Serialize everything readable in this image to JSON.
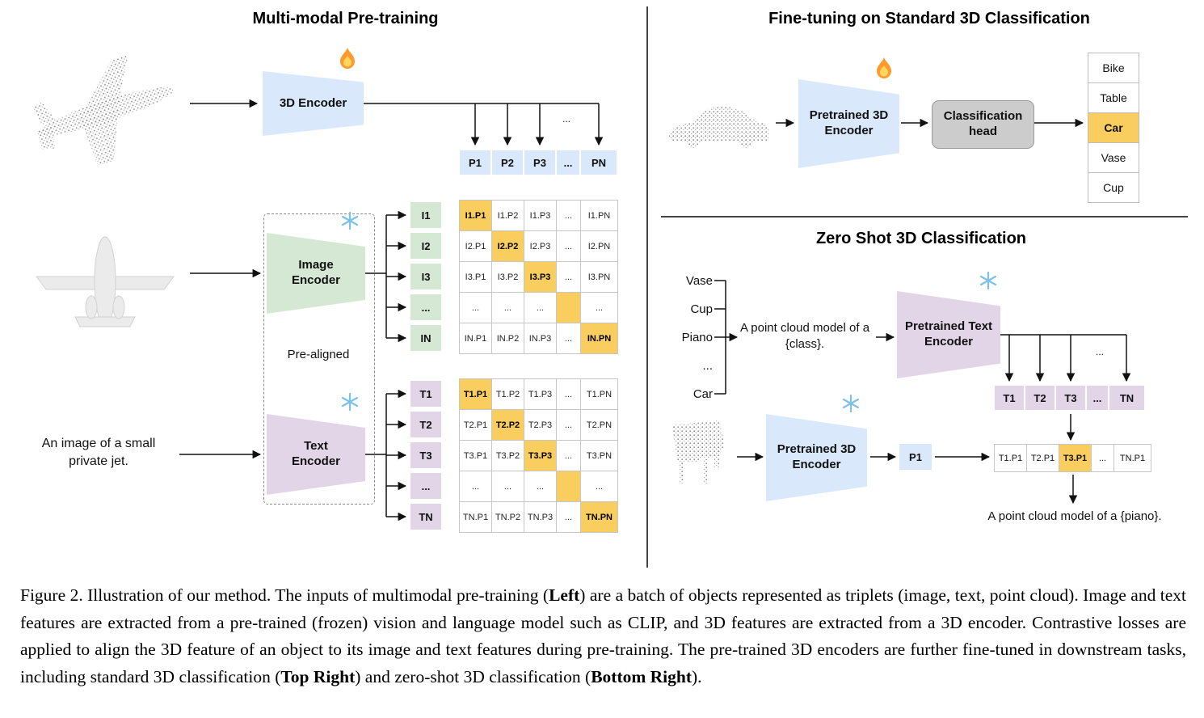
{
  "left": {
    "title": "Multi-modal Pre-training",
    "encoder_3d_label": "3D Encoder",
    "image_encoder_label": "Image Encoder",
    "text_encoder_label": "Text Encoder",
    "prealigned_label": "Pre-aligned",
    "input_text": "An image of a small private jet.",
    "branch_ellipsis": "...",
    "p_header": [
      "P1",
      "P2",
      "P3",
      "...",
      "PN"
    ],
    "i_labels": [
      "I1",
      "I2",
      "I3",
      "...",
      "IN"
    ],
    "t_labels": [
      "T1",
      "T2",
      "T3",
      "...",
      "TN"
    ],
    "i_matrix": [
      [
        "I1.P1",
        "I1.P2",
        "I1.P3",
        "...",
        "I1.PN"
      ],
      [
        "I2.P1",
        "I2.P2",
        "I2.P3",
        "...",
        "I2.PN"
      ],
      [
        "I3.P1",
        "I3.P2",
        "I3.P3",
        "...",
        "I3.PN"
      ],
      [
        "...",
        "...",
        "...",
        "",
        "..."
      ],
      [
        "IN.P1",
        "IN.P2",
        "IN.P3",
        "...",
        "IN.PN"
      ]
    ],
    "t_matrix": [
      [
        "T1.P1",
        "T1.P2",
        "T1.P3",
        "...",
        "T1.PN"
      ],
      [
        "T2.P1",
        "T2.P2",
        "T2.P3",
        "...",
        "T2.PN"
      ],
      [
        "T3.P1",
        "T3.P2",
        "T3.P3",
        "...",
        "T3.PN"
      ],
      [
        "...",
        "...",
        "...",
        "",
        "..."
      ],
      [
        "TN.P1",
        "TN.P2",
        "TN.P3",
        "...",
        "TN.PN"
      ]
    ]
  },
  "top_right": {
    "title": "Fine-tuning on Standard 3D Classification",
    "encoder_label": "Pretrained 3D Encoder",
    "head_label": "Classification head",
    "classes": [
      "Bike",
      "Table",
      "Car",
      "Vase",
      "Cup"
    ],
    "highlight_index": 2
  },
  "bottom_right": {
    "title": "Zero Shot 3D Classification",
    "class_words": [
      "Vase",
      "Cup",
      "Piano",
      "...",
      "Car"
    ],
    "prompt": "A point cloud model of a {class}.",
    "text_encoder_label": "Pretrained Text Encoder",
    "encoder_3d_label": "Pretrained 3D Encoder",
    "p1_label": "P1",
    "branch_ellipsis": "...",
    "t_row": [
      "T1",
      "T2",
      "T3",
      "...",
      "TN"
    ],
    "result_row": [
      "T1.P1",
      "T2.P1",
      "T3.P1",
      "...",
      "TN.P1"
    ],
    "result_highlight_index": 2,
    "result_text": "A point cloud model of a {piano}."
  },
  "caption": {
    "segments": [
      {
        "t": "Figure 2. Illustration of our method. The inputs of multimodal pre-training (",
        "b": false
      },
      {
        "t": "Left",
        "b": true
      },
      {
        "t": ") are a batch of objects represented as triplets (image, text, point cloud). Image and text features are extracted from a pre-trained (frozen) vision and language model such as CLIP, and 3D features are extracted from a 3D encoder. Contrastive losses are applied to align the 3D feature of an object to its image and text features during pre-training. The pre-trained 3D encoders are further fine-tuned in downstream tasks, including standard 3D classification (",
        "b": false
      },
      {
        "t": "Top Right",
        "b": true
      },
      {
        "t": ") and zero-shot 3D classification (",
        "b": false
      },
      {
        "t": "Bottom Right",
        "b": true
      },
      {
        "t": ").",
        "b": false
      }
    ]
  },
  "colors": {
    "highlight": "#FACD5F",
    "blue_fill": "#DAE8FC",
    "green_fill": "#D5E8D4",
    "purple_fill": "#E1D5E7",
    "gray_fill": "#CCCCCC"
  }
}
